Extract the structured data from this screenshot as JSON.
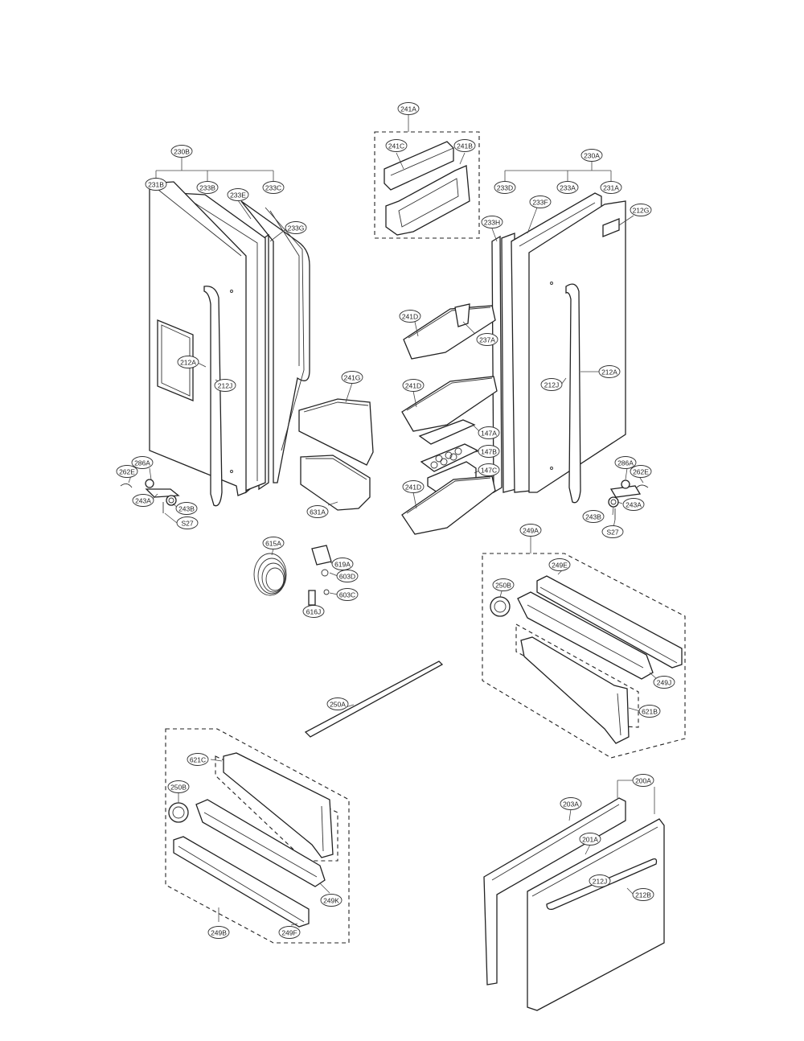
{
  "labels": {
    "l241A": "241A",
    "l241C": "241C",
    "l241B": "241B",
    "l230B": "230B",
    "l231B": "231B",
    "l233B": "233B",
    "l233E": "233E",
    "l233C": "233C",
    "l233G": "233G",
    "l212A_left": "212A",
    "l212J_left": "212J",
    "l241G": "241G",
    "l631A": "631A",
    "l286A_left": "286A",
    "l262E_left": "262E",
    "l243A_left": "243A",
    "l243B_left": "243B",
    "lS27_left": "S27",
    "l230A": "230A",
    "l233D": "233D",
    "l233F": "233F",
    "l233A": "233A",
    "l231A": "231A",
    "l212G": "212G",
    "l233H": "233H",
    "l241D_top": "241D",
    "l237A": "237A",
    "l241D_mid": "241D",
    "l147A": "147A",
    "l147B": "147B",
    "l147C": "147C",
    "l241D_bot": "241D",
    "l212J_right": "212J",
    "l212A_right": "212A",
    "l286A_right": "286A",
    "l262E_right": "262E",
    "l243B_right": "243B",
    "l243A_right": "243A",
    "lS27_right": "S27",
    "l615A": "615A",
    "l619A": "619A",
    "l603D": "603D",
    "l603C": "603C",
    "l616J": "616J",
    "l249A": "249A",
    "l249E": "249E",
    "l250B_right": "250B",
    "l249J": "249J",
    "l621B": "621B",
    "l250A": "250A",
    "l621C": "621C",
    "l250B_left": "250B",
    "l249K": "249K",
    "l249B": "249B",
    "l249F": "249F",
    "l200A": "200A",
    "l203A": "203A",
    "l201A": "201A",
    "l212J_bottom": "212J",
    "l212B": "212B"
  }
}
